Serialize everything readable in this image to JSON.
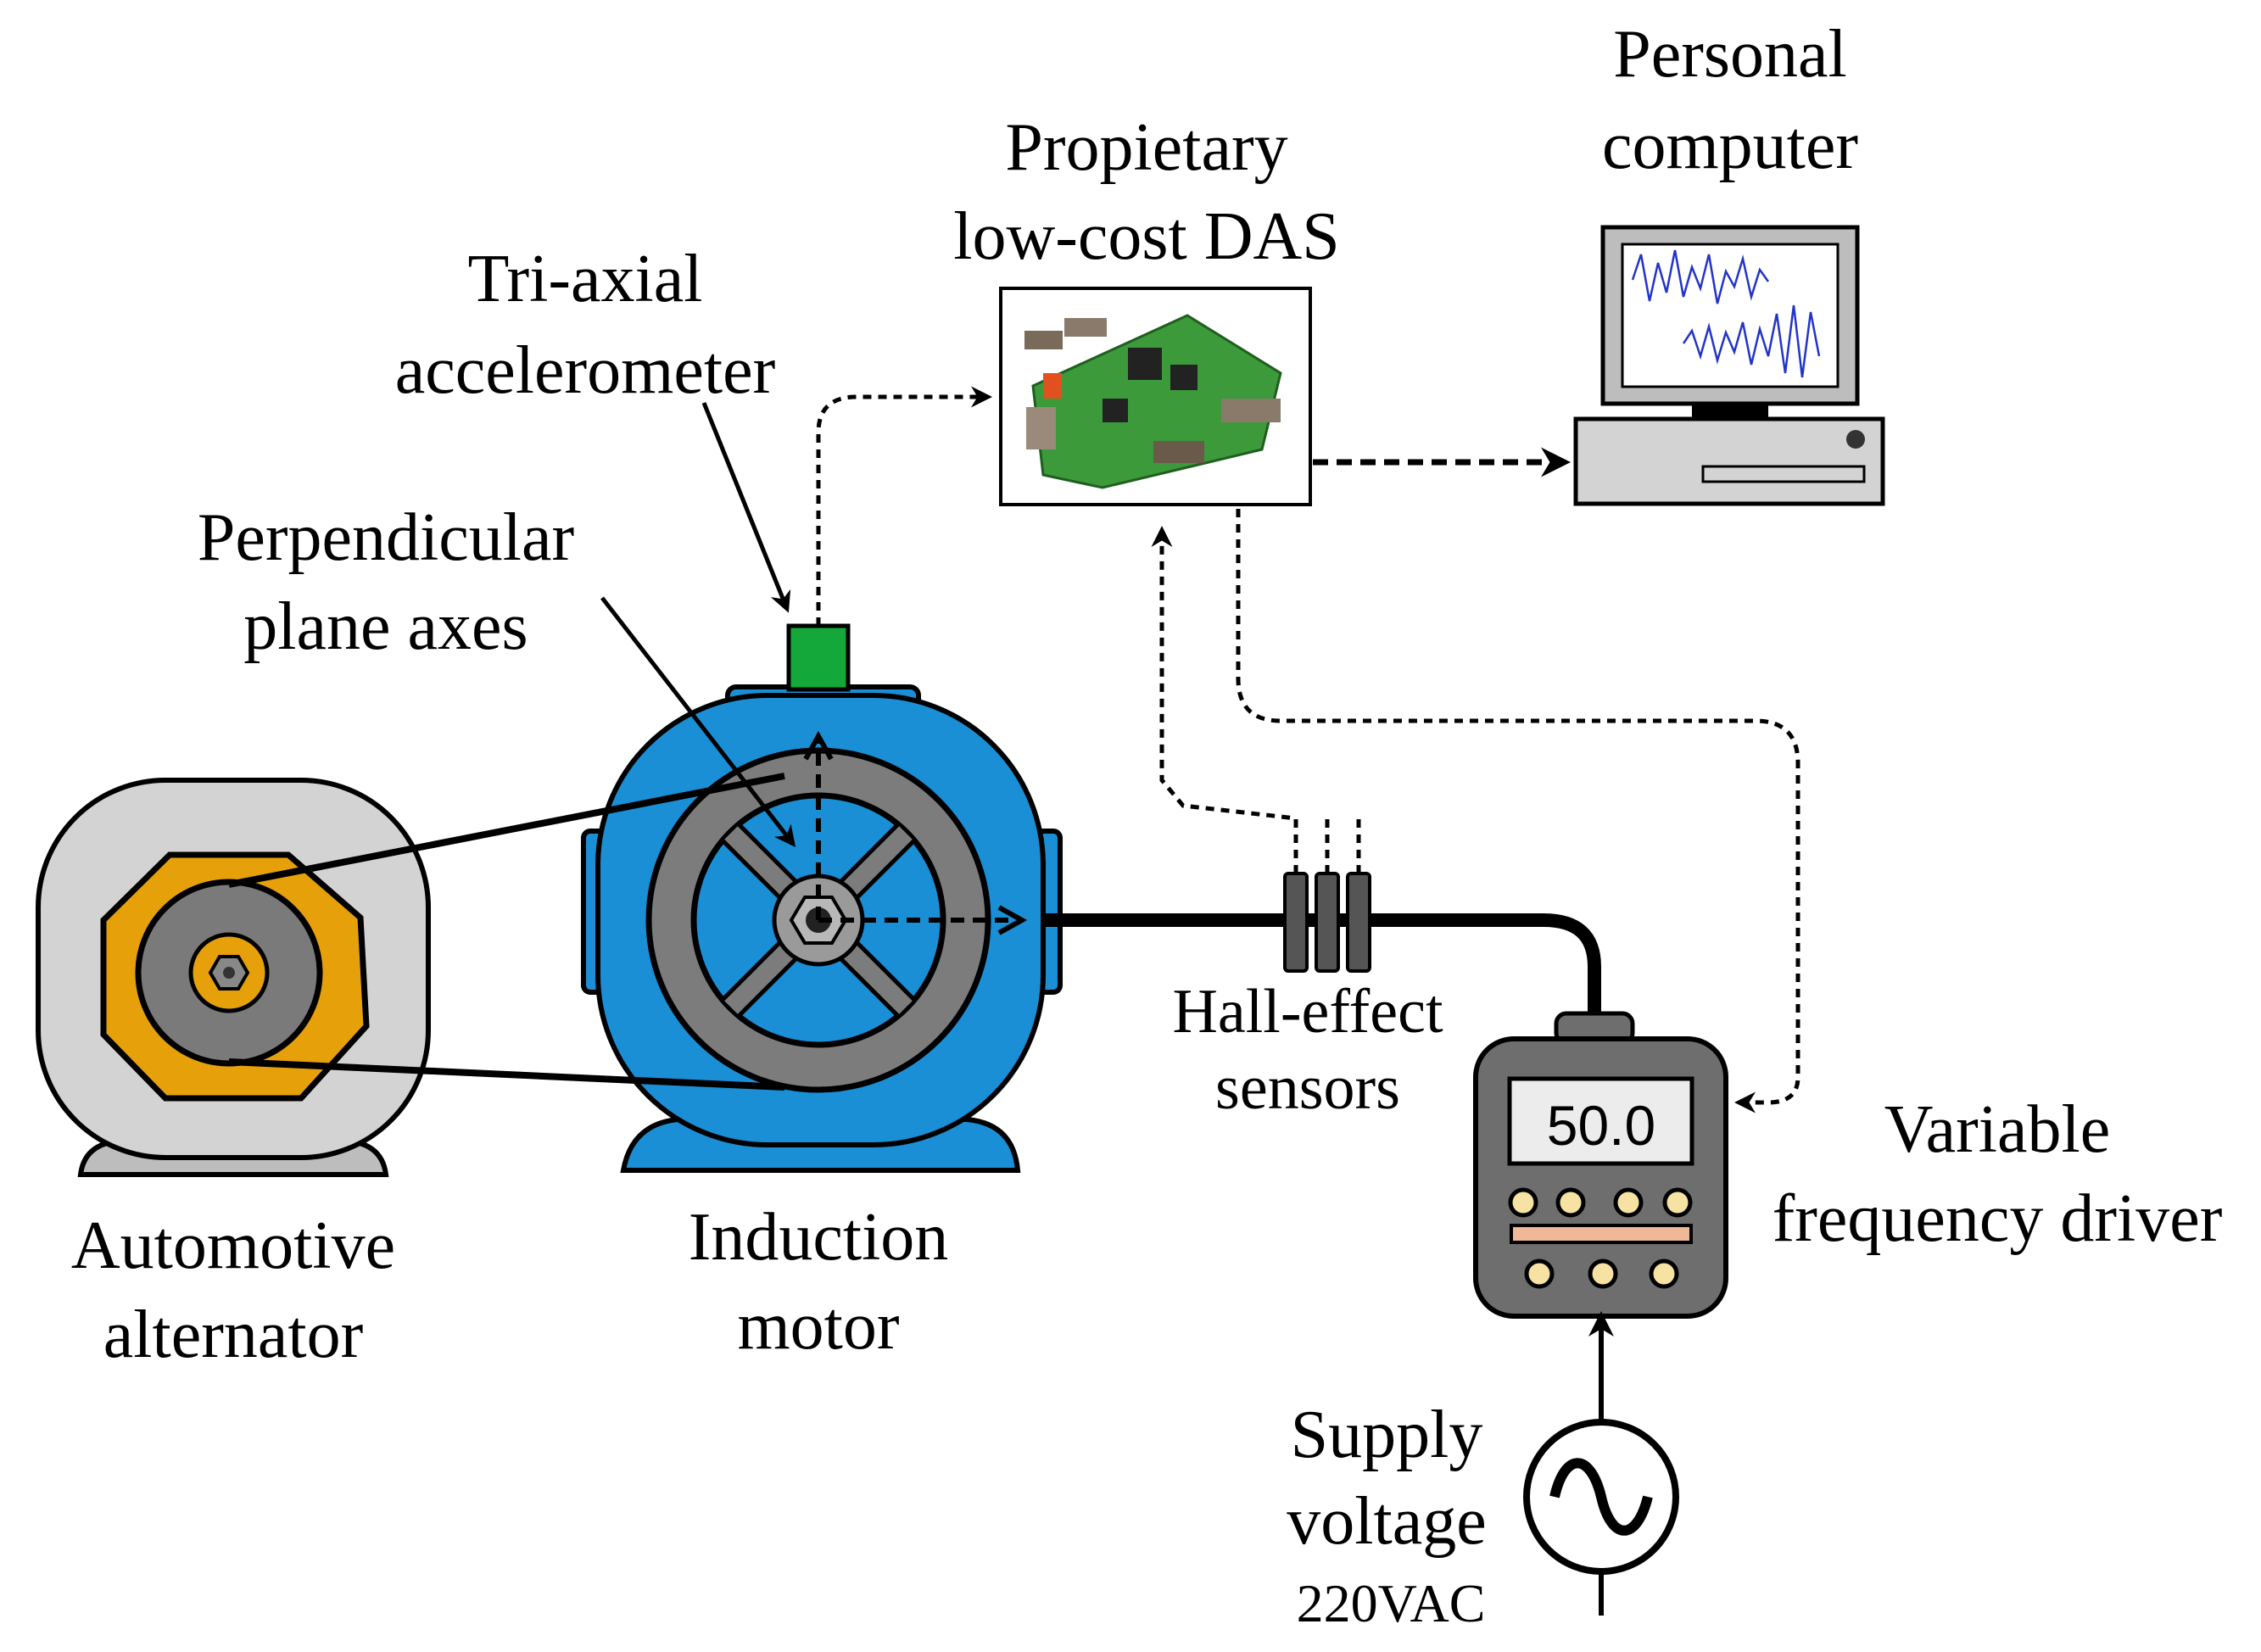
{
  "labels": {
    "personal_computer": [
      "Personal",
      "computer"
    ],
    "das": [
      "Propietary",
      "low-cost DAS"
    ],
    "accelerometer": [
      "Tri-axial",
      "accelerometer"
    ],
    "perpendicular_axes": [
      "Perpendicular",
      "plane axes"
    ],
    "alternator": [
      "Automotive",
      "alternator"
    ],
    "induction_motor": [
      "Induction",
      "motor"
    ],
    "hall_sensors": [
      "Hall-effect",
      "sensors"
    ],
    "vfd": [
      "Variable",
      "frequency driver"
    ],
    "supply": [
      "Supply",
      "voltage",
      "220VAC"
    ]
  },
  "vfd_display": "50.0",
  "icons": [
    "computer-icon",
    "das-board-image",
    "accelerometer-block",
    "motor-icon",
    "alternator-icon",
    "hall-sensor-icon",
    "vfd-icon",
    "ac-source-icon"
  ],
  "colors": {
    "motor_blue": "#1a8fd6",
    "alternator_gray": "#cfcfcf",
    "pulley_orange": "#e39e08",
    "accelerometer_green": "#14a83a",
    "board_green": "#3c9a3a",
    "vfd_gray": "#6e6e6e",
    "vfd_screen": "#ececec",
    "vfd_button": "#f6e2a2",
    "signal_blue": "#2233cc"
  }
}
